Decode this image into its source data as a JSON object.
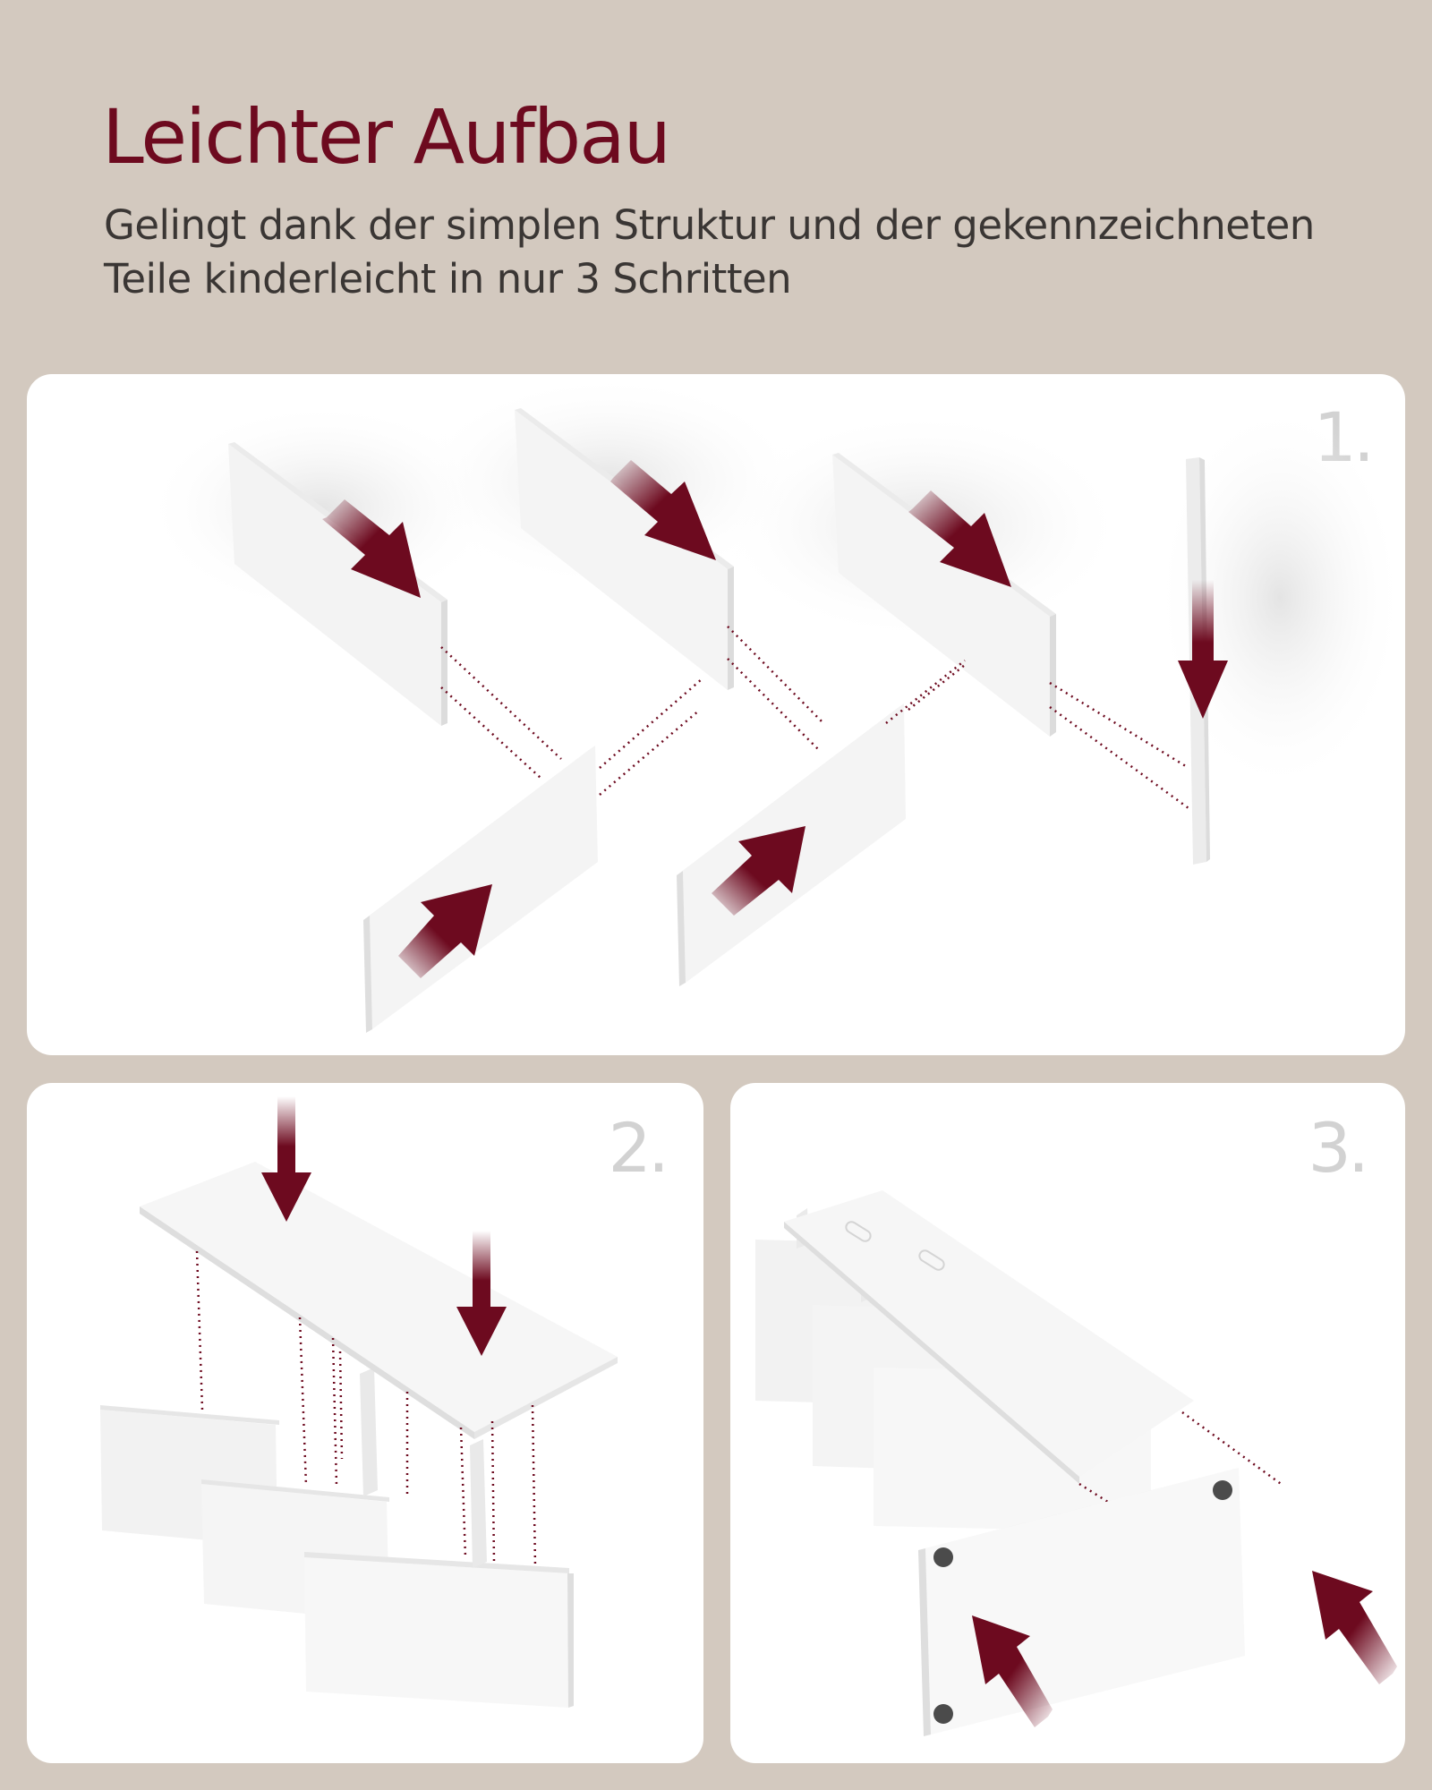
{
  "header": {
    "title": "Leichter Aufbau",
    "subtitle": "Gelingt dank der simplen Struktur und der gekennzeichneten Teile kinderleicht in nur 3 Schritten"
  },
  "colors": {
    "background": "#d3c9bf",
    "accent": "#6d0a1f",
    "panel": "#ffffff",
    "step_number": "#d2d2d2",
    "subtitle_text": "#3a3634"
  },
  "steps": [
    {
      "number": "1.",
      "illustration": "four side boards with arrows sliding connectors together"
    },
    {
      "number": "2.",
      "illustration": "top board lowered onto assembled boards"
    },
    {
      "number": "3.",
      "illustration": "end board with feet attached to assembly"
    }
  ]
}
